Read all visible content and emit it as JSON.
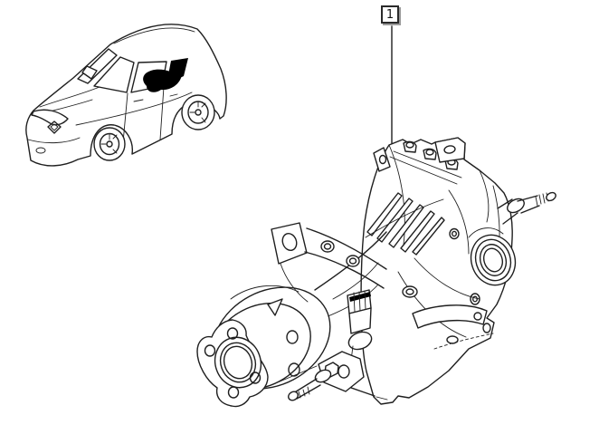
{
  "page": {
    "background_color": "#ffffff",
    "line_color": "#1f1f1f"
  },
  "callout": {
    "label": "1"
  },
  "figures": {
    "vehicle_thumbnail": {
      "name": "vehicle-location-thumbnail",
      "marker_color": "#000000"
    },
    "part_drawing": {
      "name": "rear-differential-assembly-drawing"
    }
  }
}
